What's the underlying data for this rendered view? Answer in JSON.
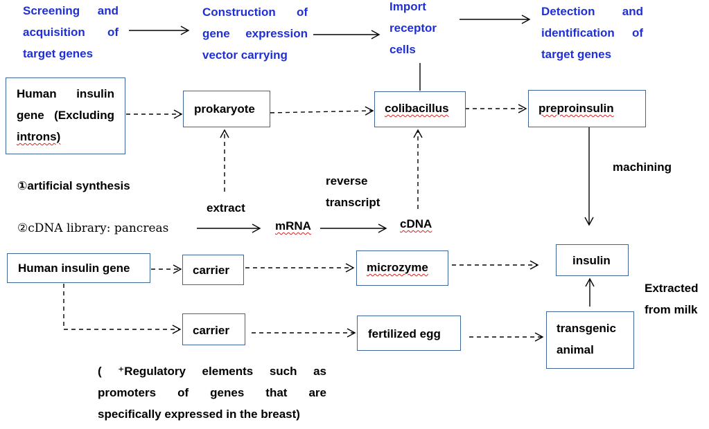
{
  "steps": {
    "step1": [
      "Screening and",
      "acquisition of",
      "target genes"
    ],
    "step2": [
      "Construction of",
      "gene expression",
      "vector carrying"
    ],
    "step3": [
      "Import",
      "receptor",
      "cells"
    ],
    "step4": [
      "Detection and",
      "identification of",
      "target genes"
    ]
  },
  "nodes": {
    "human_gene_top": [
      "Human insulin",
      "gene (Excluding",
      "introns)"
    ],
    "prokaryote": "prokaryote",
    "colibacillus": "colibacillus",
    "preproinsulin": "preproinsulin",
    "human_gene_bottom": "Human insulin gene",
    "carrier_1": "carrier",
    "microzyme": "microzyme",
    "insulin": "insulin",
    "carrier_2": "carrier",
    "fertilized_egg": "fertilized egg",
    "transgenic_animal": [
      "transgenic",
      "animal"
    ]
  },
  "labels": {
    "artificial_synthesis": "①artificial synthesis",
    "cdna_library": "②cDNA library: pancreas",
    "extract": "extract",
    "reverse_transcript": [
      "reverse",
      "transcript"
    ],
    "mrna": "mRNA",
    "cdna": "cDNA",
    "machining": "machining",
    "extracted_from_milk": [
      "Extracted",
      "from milk"
    ],
    "regulatory_note": [
      "( ⁺Regulatory elements such as",
      "promoters of genes that are",
      "specifically expressed in the breast)"
    ]
  },
  "colors": {
    "step_text": "#1f2fd6",
    "box_border": "#3c6496",
    "spell_underline": "#d62020"
  }
}
